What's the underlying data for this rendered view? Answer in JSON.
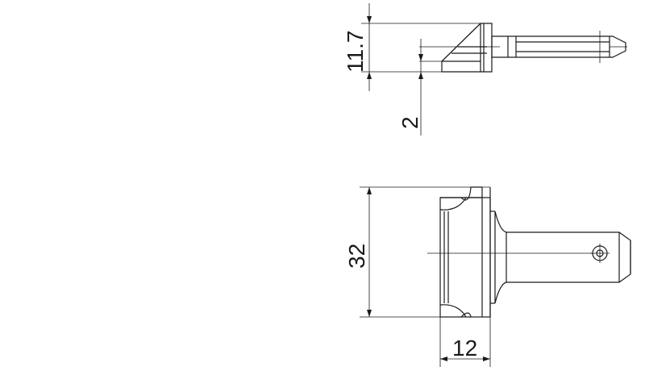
{
  "dimensions": {
    "top_height": "11.7",
    "top_offset": "2",
    "bottom_height": "32",
    "bottom_width": "12"
  },
  "colors": {
    "line": "#1a1a1a",
    "background": "#ffffff"
  }
}
